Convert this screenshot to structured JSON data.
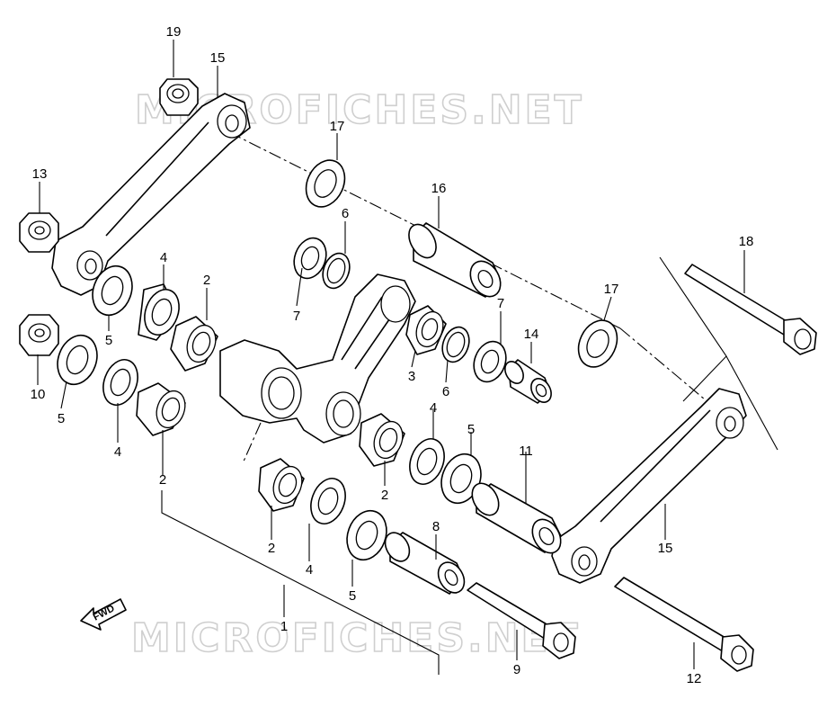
{
  "watermark": "MICROFICHES.NET",
  "direction_label": "FWD",
  "callouts": {
    "c19": "19",
    "c15a": "15",
    "c17a": "17",
    "c13": "13",
    "c16": "16",
    "c6a": "6",
    "c7a": "7",
    "c18": "18",
    "c4a": "4",
    "c2a": "2",
    "c5a": "5",
    "c10": "10",
    "c5b": "5",
    "c4b": "4",
    "c2b": "2",
    "c17b": "17",
    "c7b": "7",
    "c14": "14",
    "c3": "3",
    "c6b": "6",
    "c4c": "4",
    "c5c": "5",
    "c11": "11",
    "c2c": "2",
    "c15b": "15",
    "c2d": "2",
    "c4d": "4",
    "c8": "8",
    "c5d": "5",
    "c1": "1",
    "c9": "9",
    "c12": "12"
  }
}
